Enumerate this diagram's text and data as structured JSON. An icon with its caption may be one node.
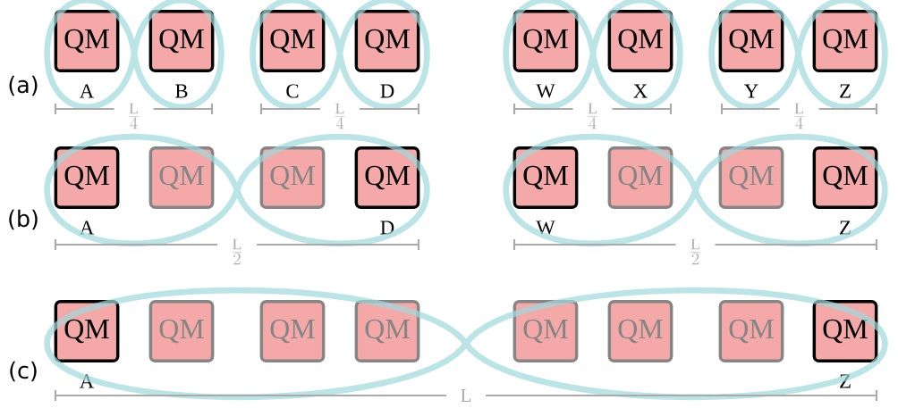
{
  "diagram": {
    "nodes": [
      {
        "text": [
          "QM"
        ],
        "beside": [
          "A"
        ]
      },
      {
        "text": [
          "QM"
        ],
        "beside": [
          "B"
        ]
      },
      {
        "text": [
          "QM"
        ],
        "beside": [
          "C"
        ]
      },
      {
        "text": [
          "QM"
        ],
        "beside": [
          "D"
        ]
      },
      {
        "text": [
          "QM"
        ],
        "beside": [
          "W"
        ]
      },
      {
        "text": [
          "QM"
        ],
        "beside": [
          "X"
        ]
      },
      {
        "text": [
          "QM"
        ],
        "beside": [
          "Y"
        ]
      },
      {
        "text": [
          "QM"
        ],
        "beside": [
          "Z"
        ]
      },
      {
        "text": [
          "QM"
        ],
        "beside": [
          "A"
        ]
      },
      {
        "text": [
          "QM"
        ]
      },
      {
        "text": [
          "QM"
        ]
      },
      {
        "text": [
          "QM"
        ],
        "beside": [
          "D"
        ]
      },
      {
        "text": [
          "QM"
        ],
        "beside": [
          "W"
        ]
      },
      {
        "text": [
          "QM"
        ]
      },
      {
        "text": [
          "QM"
        ]
      },
      {
        "text": [
          "QM"
        ],
        "beside": [
          "Z"
        ]
      },
      {
        "text": [
          "QM"
        ],
        "beside": [
          "A"
        ]
      },
      {
        "text": [
          "QM"
        ]
      },
      {
        "text": [
          "QM"
        ]
      },
      {
        "text": [
          "QM"
        ]
      },
      {
        "text": [
          "QM"
        ]
      },
      {
        "text": [
          "QM"
        ]
      },
      {
        "text": [
          "QM"
        ]
      },
      {
        "text": [
          "QM"
        ],
        "beside": [
          "Z"
        ]
      }
    ],
    "edges": [
      {
        "from": 0,
        "to": 1,
        "arrow": "none"
      },
      {
        "from": 2,
        "to": 3,
        "arrow": "none"
      },
      {
        "from": 4,
        "to": 5,
        "arrow": "none"
      },
      {
        "from": 6,
        "to": 7,
        "arrow": "none"
      },
      {
        "from": 8,
        "to": 11,
        "arrow": "none"
      },
      {
        "from": 12,
        "to": 15,
        "arrow": "none"
      },
      {
        "from": 16,
        "to": 23,
        "arrow": "none"
      }
    ],
    "labels": [
      "(a)",
      "\\frac{\\mathrm{L}}{4}",
      "\\frac{\\mathrm{L}}{4}",
      "\\frac{\\mathrm{L}}{4}",
      "\\frac{\\mathrm{L}}{4}",
      "(b)",
      "\\frac{\\mathrm{L}}{2}",
      "\\frac{\\mathrm{L}}{2}",
      "(c)",
      "\\mathrm{L}"
    ]
  }
}
